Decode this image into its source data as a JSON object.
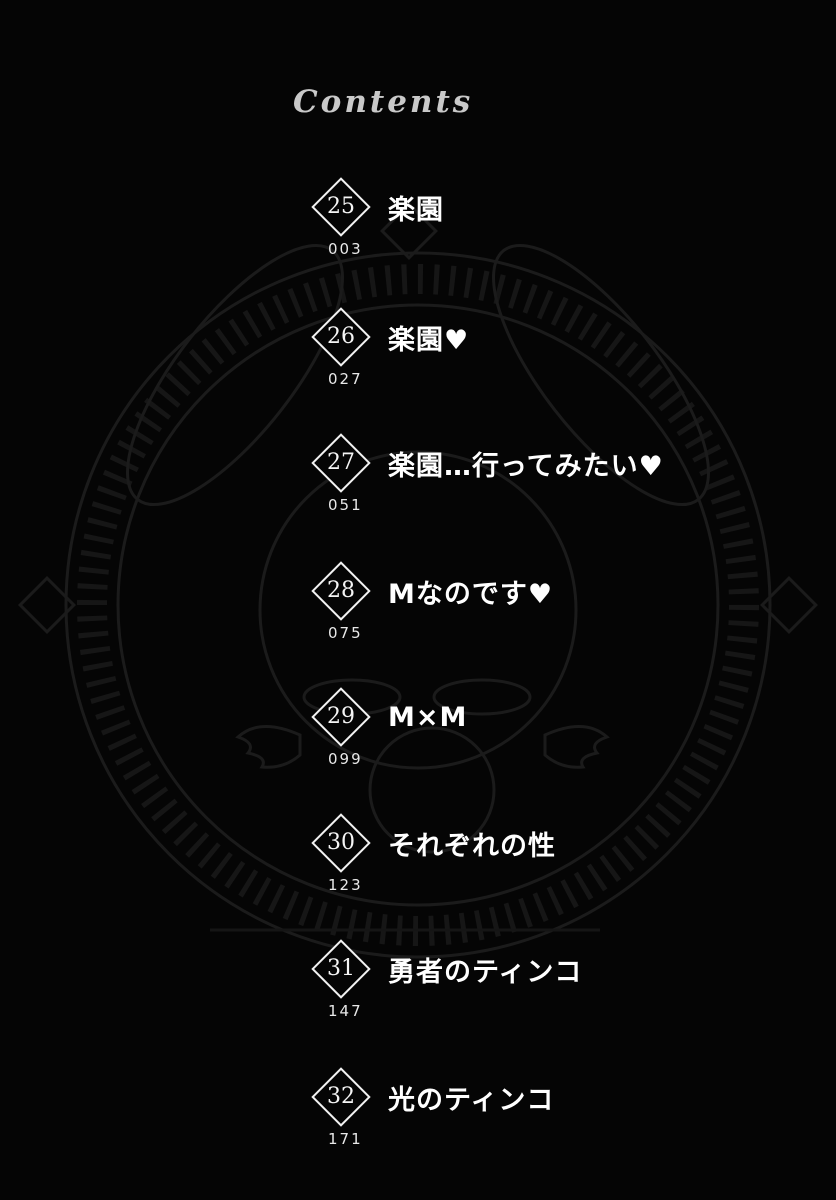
{
  "page": {
    "title": "Contents",
    "entries": [
      {
        "number": "25",
        "title": "楽園",
        "page": "003"
      },
      {
        "number": "26",
        "title": "楽園♥",
        "page": "027"
      },
      {
        "number": "27",
        "title": "楽園…行ってみたい♥",
        "page": "051"
      },
      {
        "number": "28",
        "title": "Mなのです♥",
        "page": "075"
      },
      {
        "number": "29",
        "title": "M×M",
        "page": "099"
      },
      {
        "number": "30",
        "title": "それぞれの性",
        "page": "123"
      },
      {
        "number": "31",
        "title": "勇者のティンコ",
        "page": "147"
      },
      {
        "number": "32",
        "title": "光のティンコ",
        "page": "171"
      }
    ]
  },
  "colors": {
    "background": "#050505",
    "text": "#ffffff",
    "artwork_stroke": "#1c1c1c"
  },
  "icons": {
    "background_artwork": "magic-circle-with-winged-creature"
  }
}
